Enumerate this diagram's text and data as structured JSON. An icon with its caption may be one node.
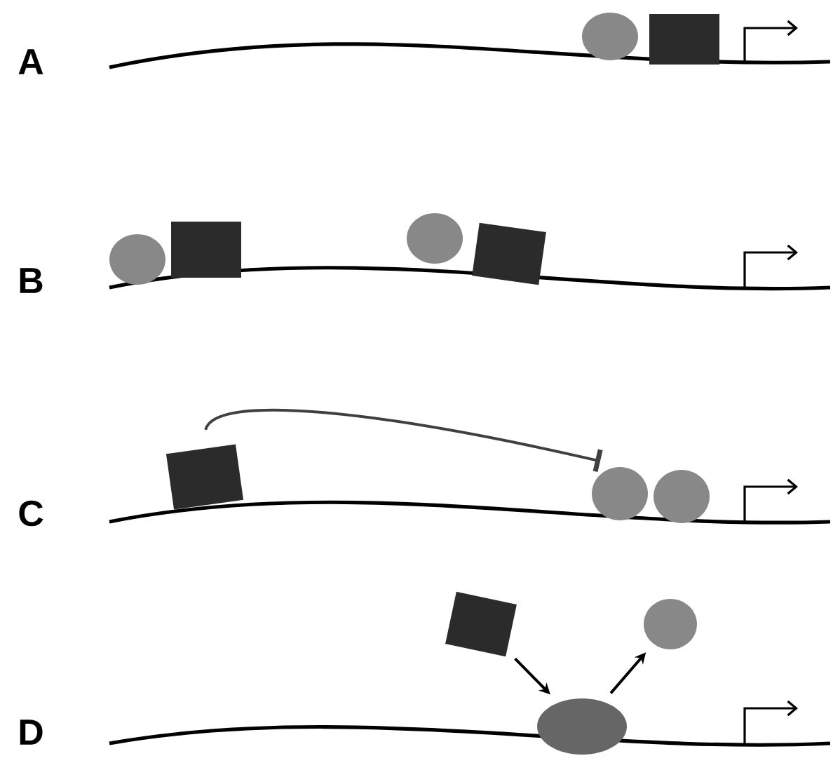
{
  "diagram": {
    "nodes": [
      {
        "text": [],
        "shape": "circle"
      },
      {
        "text": [],
        "shape": "box"
      },
      {
        "text": [],
        "shape": "circle"
      },
      {
        "text": [],
        "shape": "box"
      },
      {
        "text": [],
        "shape": "circle"
      },
      {
        "text": [],
        "shape": "box"
      },
      {
        "text": [],
        "shape": "box"
      },
      {
        "text": [],
        "shape": "circle"
      },
      {
        "text": [],
        "shape": "circle"
      },
      {
        "text": [],
        "shape": "box"
      },
      {
        "text": [],
        "shape": "circle"
      },
      {
        "text": [],
        "shape": "ellipse"
      }
    ],
    "edges": [
      {
        "from": 6,
        "to": 7,
        "arrow": "other"
      },
      {
        "from": 9,
        "to": 11,
        "arrow": "to"
      },
      {
        "from": 11,
        "to": 10,
        "arrow": "to"
      }
    ],
    "labels": [
      "A",
      "B",
      "C",
      "D"
    ]
  }
}
